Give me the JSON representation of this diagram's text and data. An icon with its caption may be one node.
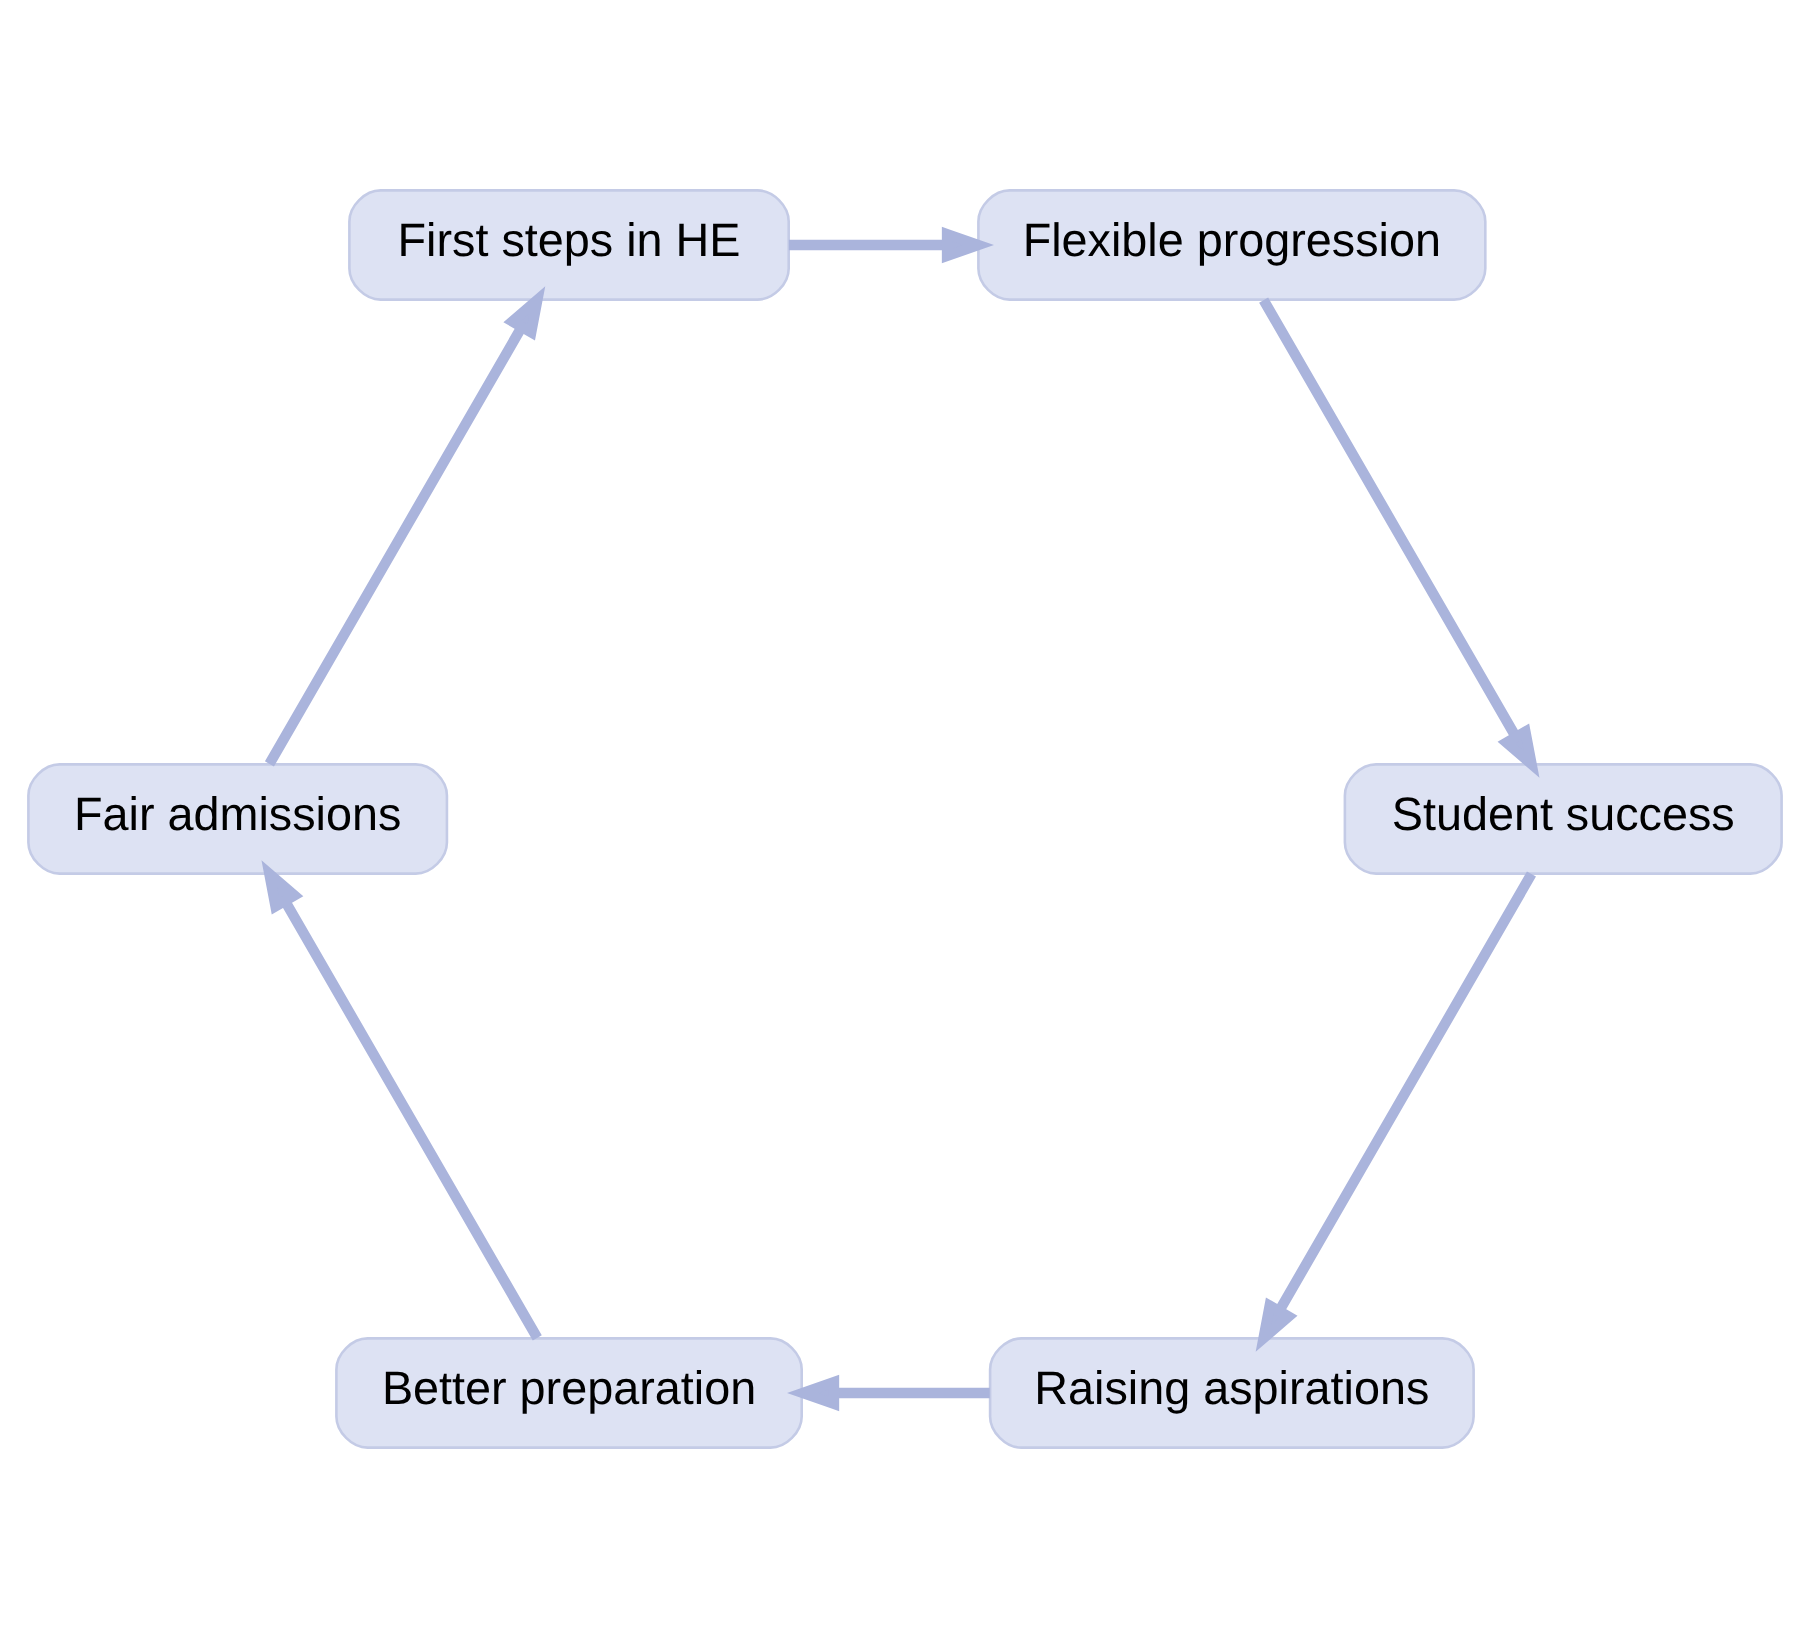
{
  "diagram": {
    "nodes": [
      {
        "text": [
          "Raising aspirations"
        ]
      },
      {
        "text": [
          "Better preparation"
        ]
      },
      {
        "text": [
          "Fair admissions"
        ]
      },
      {
        "text": [
          "First steps in HE"
        ]
      },
      {
        "text": [
          "Flexible progression"
        ]
      },
      {
        "text": [
          "Student success"
        ]
      }
    ],
    "edges": [
      {
        "from": 0,
        "to": 1,
        "arrow": "to"
      },
      {
        "from": 1,
        "to": 2,
        "arrow": "to"
      },
      {
        "from": 2,
        "to": 3,
        "arrow": "to"
      },
      {
        "from": 3,
        "to": 4,
        "arrow": "to"
      },
      {
        "from": 4,
        "to": 5,
        "arrow": "to"
      },
      {
        "from": 5,
        "to": 0,
        "arrow": "to"
      }
    ]
  }
}
